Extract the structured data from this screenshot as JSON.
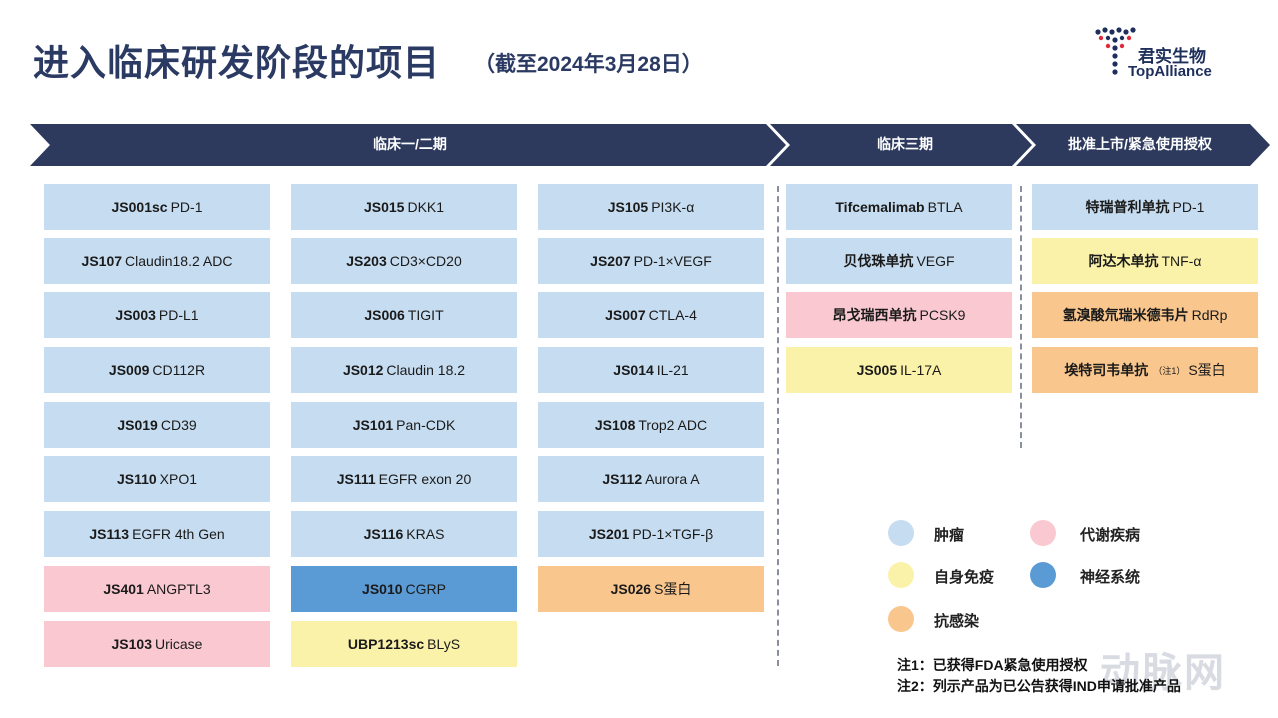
{
  "title": "进入临床研发阶段的项目",
  "subtitle": "（截至2024年3月28日）",
  "logo": {
    "cn": "君实生物",
    "en": "TopAlliance"
  },
  "phases": {
    "phase12": "临床一/二期",
    "phase3": "临床三期",
    "approved": "批准上市/紧急使用授权"
  },
  "columns": [
    [
      {
        "code": "JS001sc",
        "target": "PD-1",
        "category": "tumor"
      },
      {
        "code": "JS107",
        "target": "Claudin18.2 ADC",
        "category": "tumor"
      },
      {
        "code": "JS003",
        "target": "PD-L1",
        "category": "tumor"
      },
      {
        "code": "JS009",
        "target": "CD112R",
        "category": "tumor"
      },
      {
        "code": "JS019",
        "target": "CD39",
        "category": "tumor"
      },
      {
        "code": "JS110",
        "target": "XPO1",
        "category": "tumor"
      },
      {
        "code": "JS113",
        "target": "EGFR 4th Gen",
        "category": "tumor"
      },
      {
        "code": "JS401",
        "target": "ANGPTL3",
        "category": "metab"
      },
      {
        "code": "JS103",
        "target": "Uricase",
        "category": "metab"
      }
    ],
    [
      {
        "code": "JS015",
        "target": "DKK1",
        "category": "tumor"
      },
      {
        "code": "JS203",
        "target": "CD3×CD20",
        "category": "tumor"
      },
      {
        "code": "JS006",
        "target": "TIGIT",
        "category": "tumor"
      },
      {
        "code": "JS012",
        "target": "Claudin 18.2",
        "category": "tumor"
      },
      {
        "code": "JS101",
        "target": "Pan-CDK",
        "category": "tumor"
      },
      {
        "code": "JS111",
        "target": "EGFR exon 20",
        "category": "tumor"
      },
      {
        "code": "JS116",
        "target": "KRAS",
        "category": "tumor"
      },
      {
        "code": "JS010",
        "target": "CGRP",
        "category": "neuro"
      },
      {
        "code": "UBP1213sc",
        "target": "BLyS",
        "category": "immune"
      }
    ],
    [
      {
        "code": "JS105",
        "target": "PI3K-α",
        "category": "tumor"
      },
      {
        "code": "JS207",
        "target": "PD-1×VEGF",
        "category": "tumor"
      },
      {
        "code": "JS007",
        "target": "CTLA-4",
        "category": "tumor"
      },
      {
        "code": "JS014",
        "target": "IL-21",
        "category": "tumor"
      },
      {
        "code": "JS108",
        "target": "Trop2 ADC",
        "category": "tumor"
      },
      {
        "code": "JS112",
        "target": "Aurora A",
        "category": "tumor"
      },
      {
        "code": "JS201",
        "target": "PD-1×TGF-β",
        "category": "tumor"
      },
      {
        "code": "JS026",
        "target": "S蛋白",
        "category": "infect"
      }
    ],
    [
      {
        "code": "Tifcemalimab",
        "target": "BTLA",
        "category": "tumor"
      },
      {
        "code": "贝伐珠单抗",
        "target": "VEGF",
        "category": "tumor"
      },
      {
        "code": "昂戈瑞西单抗",
        "target": "PCSK9",
        "category": "metab"
      },
      {
        "code": "JS005",
        "target": "IL-17A",
        "category": "immune"
      }
    ],
    [
      {
        "code": "特瑞普利单抗",
        "target": "PD-1",
        "category": "tumor"
      },
      {
        "code": "阿达木单抗",
        "target": "TNF-α",
        "category": "immune"
      },
      {
        "code": "氢溴酸氘瑞米德韦片",
        "target": "RdRp",
        "category": "infect"
      },
      {
        "code": "埃特司韦单抗",
        "note": "（注1）",
        "target": "S蛋白",
        "category": "infect"
      }
    ]
  ],
  "legend": {
    "tumor": "肿瘤",
    "metab": "代谢疾病",
    "immune": "自身免疫",
    "neuro": "神经系统",
    "infect": "抗感染"
  },
  "colors": {
    "tumor": "#c6dcf0",
    "metab": "#f9c8d0",
    "immune": "#fbf2a9",
    "neuro": "#5b9bd5",
    "infect": "#f9c68e",
    "banner": "#2d3a5e"
  },
  "notes": [
    "注1：已获得FDA紧急使用授权",
    "注2：列示产品为已公告获得IND申请批准产品"
  ],
  "watermark": "动脉网"
}
